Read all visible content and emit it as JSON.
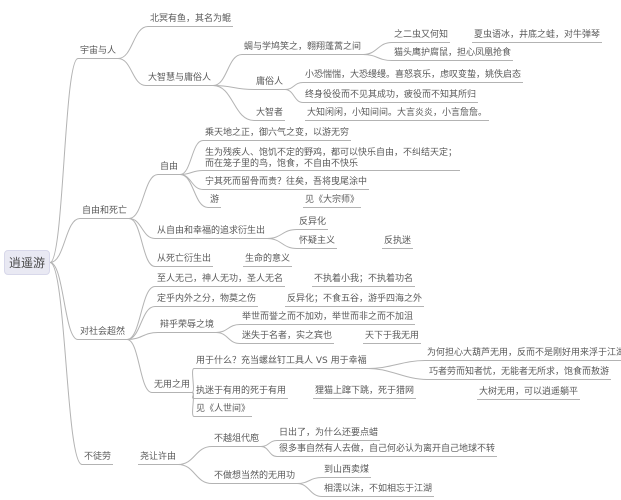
{
  "colors": {
    "line": "#b3b3b3",
    "text": "#595959",
    "rootbg": "#e9e9f3",
    "rootbd": "#d8d8ea"
  },
  "root": {
    "label": "逍遥游",
    "children": [
      {
        "label": "宇宙与人",
        "children": [
          {
            "label": "北冥有鱼，其名为鲲"
          },
          {
            "label": "大智慧与庸俗人",
            "children": [
              {
                "label": "蜩与学鸠笑之，翱翔蓬蒿之间",
                "children": [
                  {
                    "label": "之二虫又何知",
                    "children": [
                      {
                        "label": "夏虫语冰，井底之蛙，对牛弹琴"
                      }
                    ]
                  },
                  {
                    "label": "猫头鹰护腐鼠，担心凤凰抢食"
                  }
                ]
              },
              {
                "label": "庸俗人",
                "children": [
                  {
                    "label": "小恐惴惴，大恐缦缦。喜怒哀乐，虑叹变蛰，姚佚启态"
                  },
                  {
                    "label": "终身役役而不见其成功，疲役而不知其所归"
                  }
                ]
              },
              {
                "label": "大智者",
                "children": [
                  {
                    "label": "大知闲闲，小知间间。大言炎炎，小言詹詹。"
                  }
                ]
              }
            ]
          }
        ]
      },
      {
        "label": "自由和死亡",
        "children": [
          {
            "label": "自由",
            "children": [
              {
                "label": "乘天地之正，御六气之变，以游无穷"
              },
              {
                "label": "生为残疾人、饱饥不定的野鸡，都可以快乐自由，不纠结天定；而在笼子里的鸟，饱食，不自由不快乐"
              },
              {
                "label": "宁其死而留骨而贵？往矣，吾将曳尾涂中"
              },
              {
                "label": "游",
                "children": [
                  {
                    "label": "见《大宗师》"
                  }
                ]
              }
            ]
          },
          {
            "label": "从自由和幸福的追求衍生出",
            "children": [
              {
                "label": "反异化"
              },
              {
                "label": "怀疑主义",
                "children": [
                  {
                    "label": "反执迷"
                  }
                ]
              }
            ]
          },
          {
            "label": "从死亡衍生出",
            "children": [
              {
                "label": "生命的意义"
              }
            ]
          }
        ]
      },
      {
        "label": "对社会超然",
        "children": [
          {
            "label": "至人无己，神人无功，圣人无名",
            "children": [
              {
                "label": "不执着小我；不执着功名"
              }
            ]
          },
          {
            "label": "定乎内外之分，物莫之伤",
            "children": [
              {
                "label": "反异化；不食五谷，游乎四海之外"
              }
            ]
          },
          {
            "label": "辩乎荣辱之境",
            "children": [
              {
                "label": "举世而誉之而不加劝，举世而非之而不加沮"
              },
              {
                "label": "迷失于名者，实之宾也",
                "children": [
                  {
                    "label": "天下于我无用"
                  }
                ]
              }
            ]
          },
          {
            "label": "无用之用",
            "children": [
              {
                "label": "用于什么？充当螺丝钉工具人 VS 用于幸福",
                "children": [
                  {
                    "label": "为何担心大葫芦无用，反而不是刚好用来浮于江湖"
                  },
                  {
                    "label": "巧者劳而知者忧，无能者无所求，饱食而敖游"
                  }
                ]
              },
              {
                "label": "执迷于有用的死于有用",
                "children": [
                  {
                    "label": "狸猫上蹿下跳，死于猎网",
                    "children": [
                      {
                        "label": "大树无用，可以逍遥躺平"
                      }
                    ]
                  }
                ]
              },
              {
                "label": "见《人世间》"
              }
            ]
          }
        ]
      },
      {
        "label": "不徒劳",
        "children": [
          {
            "label": "尧让许由",
            "children": [
              {
                "label": "不越俎代庖",
                "children": [
                  {
                    "label": "日出了，为什么还要点蜡"
                  },
                  {
                    "label": "很多事自然有人去做，自己何必认为离开自己地球不转"
                  }
                ]
              },
              {
                "label": "不做想当然的无用功",
                "children": [
                  {
                    "label": "到山西卖煤"
                  },
                  {
                    "label": "相濡以沫，不如相忘于江湖"
                  }
                ]
              }
            ]
          }
        ]
      }
    ]
  }
}
